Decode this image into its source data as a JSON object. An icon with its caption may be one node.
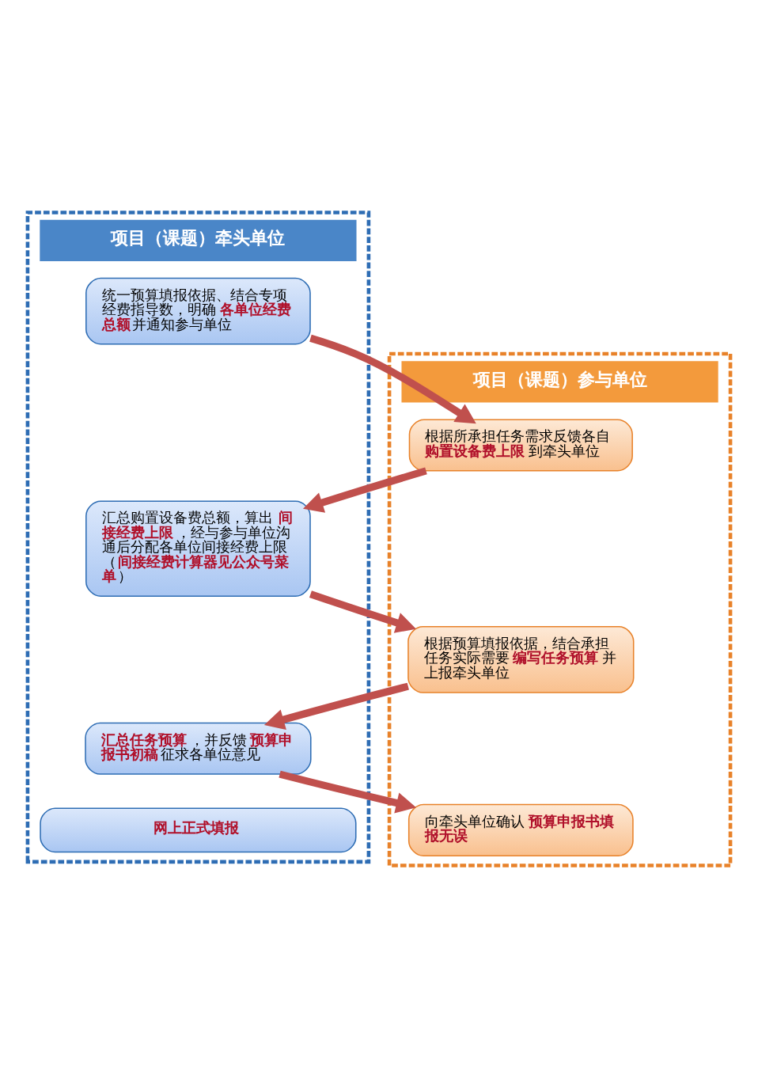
{
  "diagram": {
    "nodes": [
      {
        "text": [
          "项目（课题）牵头单位"
        ]
      },
      {
        "text": [
          "统一预算填报依据、结合专项经费指导数，明确**各单位经费总额**并通知参与单位"
        ],
        "in": 0
      },
      {
        "text": [
          "汇总购置设备费总额，算出**间接经费上限**，经与参与单位沟通后分配各单位间接经费上限（**间接经费计算器见公众号菜单**）"
        ],
        "in": 0
      },
      {
        "text": [
          "**汇总任务预算**，并反馈**预算申报书初稿**征求各单位意见"
        ],
        "in": 0
      },
      {
        "text": [
          "网上正式填报"
        ],
        "in": 0
      },
      {
        "text": [
          "项目（课题）参与单位"
        ]
      },
      {
        "text": [
          "根据所承担任务需求反馈各自**购置设备费上限**到牵头单位"
        ],
        "in": 5
      },
      {
        "text": [
          "根据预算填报依据，结合承担任务实际需要**编写任务预算**并上报牵头单位"
        ],
        "in": 5
      },
      {
        "text": [
          "向牵头单位确认**预算申报书填报无误**"
        ],
        "in": 5
      }
    ],
    "edges": [
      {
        "from": 1,
        "to": 6,
        "arrow": "to"
      },
      {
        "from": 6,
        "to": 2,
        "arrow": "to"
      },
      {
        "from": 2,
        "to": 7,
        "arrow": "to"
      },
      {
        "from": 7,
        "to": 3,
        "arrow": "to"
      },
      {
        "from": 3,
        "to": 8,
        "arrow": "to"
      }
    ]
  }
}
